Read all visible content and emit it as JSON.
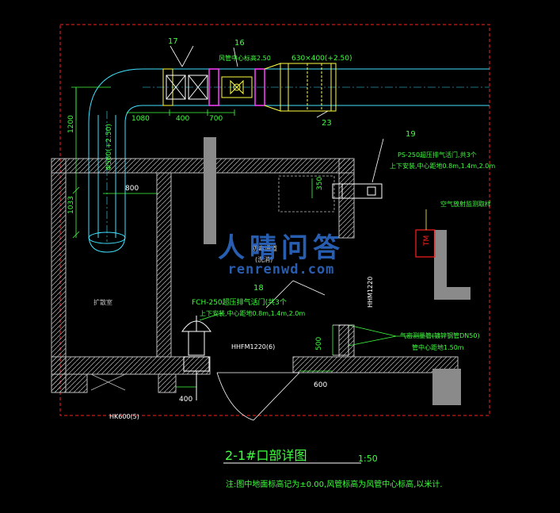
{
  "drawing": {
    "title": "2-1#口部详图",
    "scale": "1:50",
    "note": "注:图中地面标高记为±0.00,风管标高为风管中心标高,以米计.",
    "colors": {
      "frame": "#ff2020",
      "duct": "#40e0ff",
      "dimension": "#40ff40",
      "wall": "#aaaaaa",
      "text_green": "#40ff40",
      "yellow": "#ffff40",
      "magenta": "#ff40ff",
      "white": "#ffffff"
    },
    "labels": {
      "tag_17": "17",
      "tag_16": "16",
      "tag_19": "19",
      "tag_23": "23",
      "tag_18": "18",
      "duct_center": "风管中心标高2.50",
      "duct_size": "630×400(+2.50)",
      "dim_1200": "1200",
      "dim_1080": "1080",
      "dim_400_top": "400",
      "dim_700": "700",
      "pipe_dia": "Φ560(+2.50)",
      "dim_800": "800",
      "dim_1033": "1033",
      "dim_350": "350",
      "ps_label": "PS-250超压排气活门,共3个",
      "ps_sub": "上下安装,中心距地0.8m,1.4m,2.0m",
      "valve_label": "空气放射监测取样",
      "tm": "TM",
      "room_left": "扩散室",
      "room_mid_1": "防毒通道",
      "room_mid_2": "(洗消)",
      "door_right": "HHM1220",
      "fch_label": "FCH-250超压排气活门(共3个",
      "fch_sub": "上下安装,中心距地0.8m,1.4m,2.0m",
      "door_mid": "HHFM1220(6)",
      "gas_label": "气密测量管(镀锌钢管DN50)",
      "gas_sub": "管中心距地1.50m",
      "dim_500": "500",
      "dim_600": "600",
      "dim_400_bot": "400",
      "door_bottom": "HK600(5)"
    },
    "watermark": {
      "cn": "人晴问答",
      "en": "renrenwd.com"
    }
  }
}
